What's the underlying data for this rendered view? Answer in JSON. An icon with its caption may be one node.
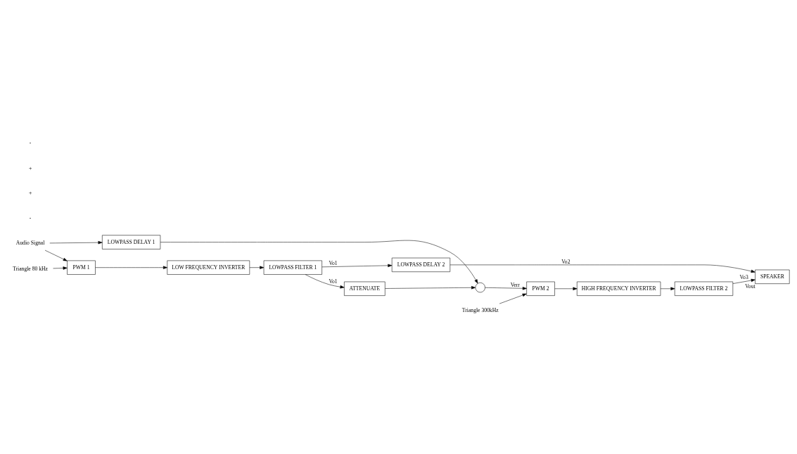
{
  "diagram": {
    "nodes": [
      {
        "text": [
          "Audio Signal"
        ]
      },
      {
        "text": [
          "PWM 1"
        ]
      },
      {
        "text": [
          "LOW FREQUENCY INVERTER"
        ]
      },
      {
        "text": [
          "LOWPASS FILTER 1"
        ]
      },
      {
        "text": [
          "LOWPASS DELAY 2"
        ]
      },
      {
        "text": [
          "Triangle 80 kHz"
        ]
      },
      {
        "text": [
          "LOWPASS DELAY 1"
        ]
      },
      {
        "text": [
          "SPEAKER"
        ],
        "beside": [
          "Vout"
        ]
      },
      {
        "text": [],
        "shape": "circle"
      },
      {
        "text": [
          "ATTENUATE"
        ]
      },
      {
        "text": [
          "PWM 2"
        ]
      },
      {
        "text": [
          "HIGH FREQUENCY INVERTER"
        ]
      },
      {
        "text": [
          "LOWPASS FILTER 2"
        ]
      },
      {
        "text": [
          "Triangle 300kHz"
        ]
      }
    ],
    "edges": [
      {
        "from": 0,
        "to": 1,
        "arrow": "to"
      },
      {
        "from": 0,
        "to": 6,
        "arrow": "to"
      },
      {
        "from": 5,
        "to": 1,
        "arrow": "to"
      },
      {
        "from": 1,
        "to": 2,
        "arrow": "to"
      },
      {
        "from": 2,
        "to": 3,
        "arrow": "to"
      },
      {
        "from": 3,
        "to": 4,
        "label": "Vo1",
        "arrow": "to"
      },
      {
        "from": 3,
        "to": 9,
        "label": "Vo1",
        "arrow": "to"
      },
      {
        "from": 4,
        "to": 7,
        "label": "Vo2",
        "arrow": "to"
      },
      {
        "from": 6,
        "to": 8,
        "arrow": "to"
      },
      {
        "from": 9,
        "to": 8,
        "arrow": "to"
      },
      {
        "from": 8,
        "to": 10,
        "label": "Verr",
        "arrow": "to"
      },
      {
        "from": 13,
        "to": 10,
        "arrow": "to"
      },
      {
        "from": 10,
        "to": 11,
        "arrow": "to"
      },
      {
        "from": 11,
        "to": 12,
        "arrow": "to"
      },
      {
        "from": 12,
        "to": 7,
        "label": "Vo3",
        "arrow": "to"
      }
    ],
    "labels": [
      "-",
      "+",
      "+",
      "-"
    ]
  }
}
